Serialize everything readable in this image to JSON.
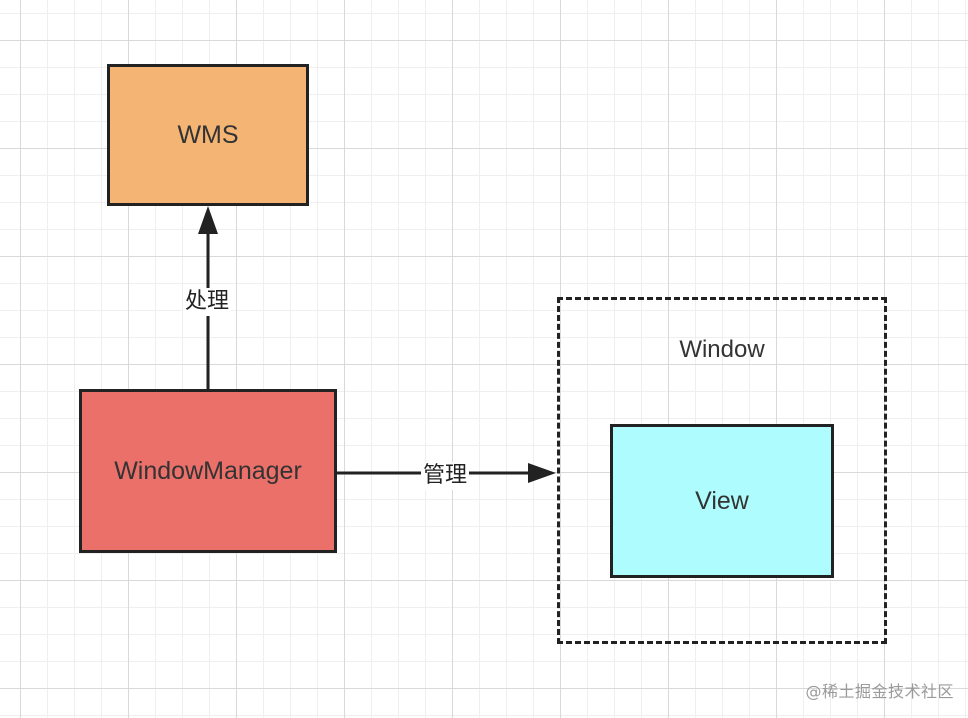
{
  "nodes": {
    "wms": {
      "label": "WMS",
      "fill": "#f4b473"
    },
    "window_manager": {
      "label": "WindowManager",
      "fill": "#ec706a"
    },
    "window": {
      "label": "Window",
      "border_style": "dashed"
    },
    "view": {
      "label": "View",
      "fill": "#aefcfd"
    }
  },
  "edges": {
    "wm_to_wms": {
      "label": "处理"
    },
    "wm_to_window": {
      "label": "管理"
    }
  },
  "watermark": {
    "text": "@稀土掘金技术社区"
  },
  "colors": {
    "stroke": "#222222",
    "text": "#333333",
    "grid": "#d9d9d9"
  }
}
